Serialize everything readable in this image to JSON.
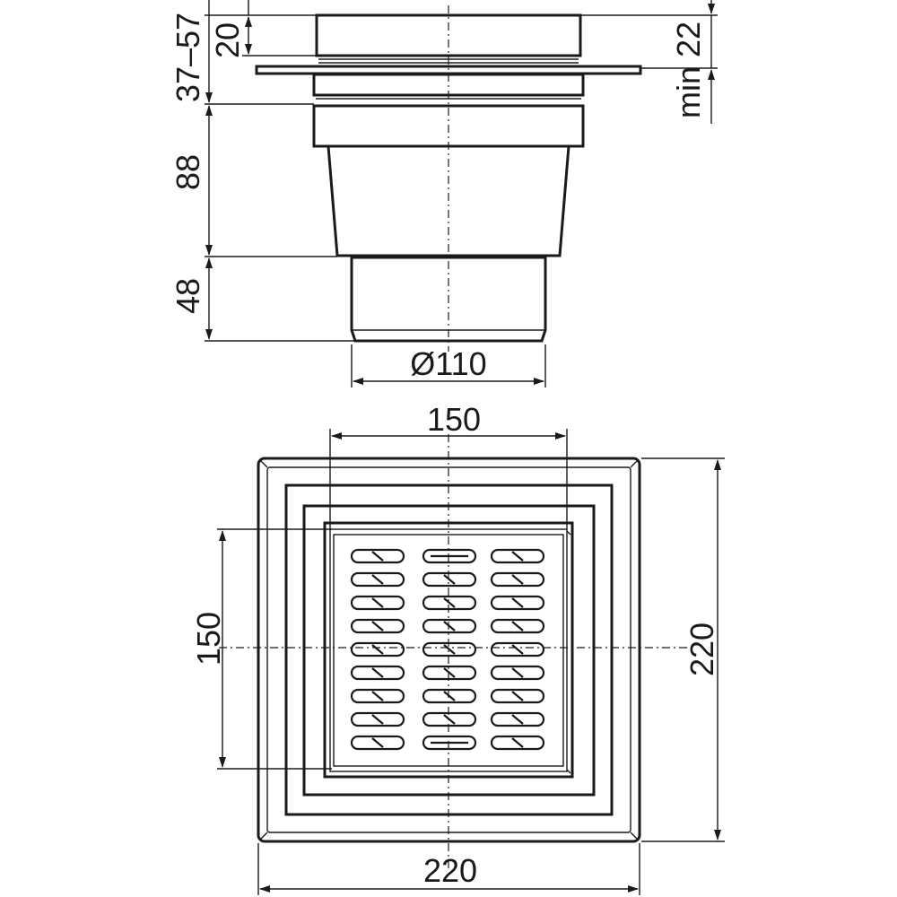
{
  "side_view": {
    "dimensions": {
      "adjust_range": "37–57",
      "top_height": "20",
      "body_height": "88",
      "outlet_height": "48",
      "outlet_diameter": "Ø110",
      "flange_min": "min 22"
    }
  },
  "top_view": {
    "dimensions": {
      "grate_width": "150",
      "grate_height": "150",
      "frame_width": "220",
      "frame_height": "220"
    },
    "grate": {
      "columns": 3,
      "rows": 9
    }
  },
  "colors": {
    "line": "#1a1a1a",
    "background": "#ffffff"
  }
}
